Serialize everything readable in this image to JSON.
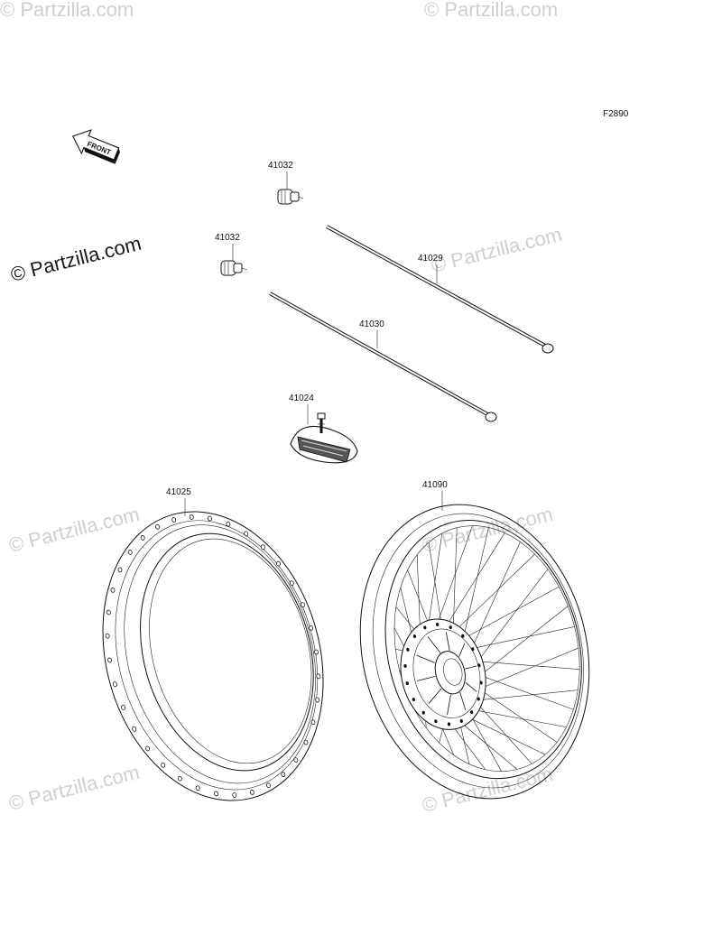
{
  "figure_code": "F2890",
  "front_arrow_text": "FRONT",
  "watermark_text": "© Partzilla.com",
  "parts": {
    "valve_cap_upper": "41032",
    "valve_cap_lower": "41032",
    "spoke_long": "41029",
    "spoke_short": "41030",
    "rim_band": "41024",
    "rim": "41025",
    "wheel_assembly": "41090"
  }
}
